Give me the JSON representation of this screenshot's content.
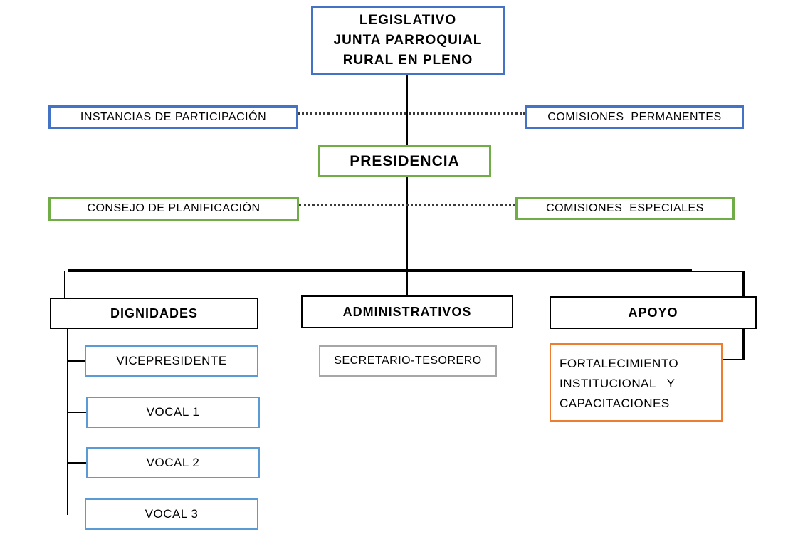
{
  "diagram": {
    "type": "org-chart",
    "nodes": {
      "legislativo": {
        "lines": [
          "LEGISLATIVO",
          "JUNTA PARROQUIAL",
          "RURAL EN PLENO"
        ]
      },
      "instancias_participacion": {
        "label": "INSTANCIAS DE PARTICIPACIÓN"
      },
      "comisiones_permanentes": {
        "label": "COMISIONES  PERMANENTES"
      },
      "presidencia": {
        "label": "PRESIDENCIA"
      },
      "consejo_planificacion": {
        "label": "CONSEJO DE PLANIFICACIÓN"
      },
      "comisiones_especiales": {
        "label": "COMISIONES  ESPECIALES"
      },
      "dignidades": {
        "label": "DIGNIDADES"
      },
      "administrativos": {
        "label": "ADMINISTRATIVOS"
      },
      "apoyo": {
        "label": "APOYO"
      },
      "vicepresidente": {
        "label": "VICEPRESIDENTE"
      },
      "vocal_1": {
        "label": "VOCAL 1"
      },
      "vocal_2": {
        "label": "VOCAL 2"
      },
      "vocal_3": {
        "label": "VOCAL 3"
      },
      "secretario_tesorero": {
        "label": "SECRETARIO-TESORERO"
      },
      "fortalecimiento": {
        "lines": [
          "FORTALECIMIENTO",
          "INSTITUCIONAL   Y",
          "CAPACITACIONES"
        ]
      }
    },
    "colors": {
      "blue_border": "#4472C4",
      "green_border": "#70AD47",
      "light_blue_border": "#5B9BD5",
      "orange_border": "#ED7D31",
      "gray_border": "#A6A6A6",
      "black_border": "#000000",
      "text": "#000000",
      "solid_connector": "#000000",
      "dotted_connector": "#3a3a3a",
      "background": "#ffffff"
    }
  }
}
